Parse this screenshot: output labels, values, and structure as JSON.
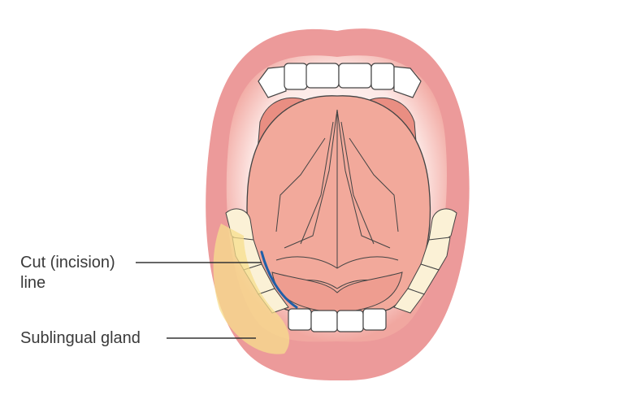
{
  "labels": {
    "incision_line_1": "Cut (incision)",
    "incision_line_2": "line",
    "sublingual_gland": "Sublingual gland"
  },
  "colors": {
    "lips": "#ec9a9a",
    "lip_inner": "#f4b7a7",
    "mouth_interior": "#fbe8e4",
    "tongue": "#f2a99b",
    "teeth": "#ffffff",
    "molars": "#fbf1d6",
    "gland": "#f7dd8c",
    "incision": "#1f5fa8",
    "leader_line": "#333333",
    "text": "#3a3a3a"
  }
}
